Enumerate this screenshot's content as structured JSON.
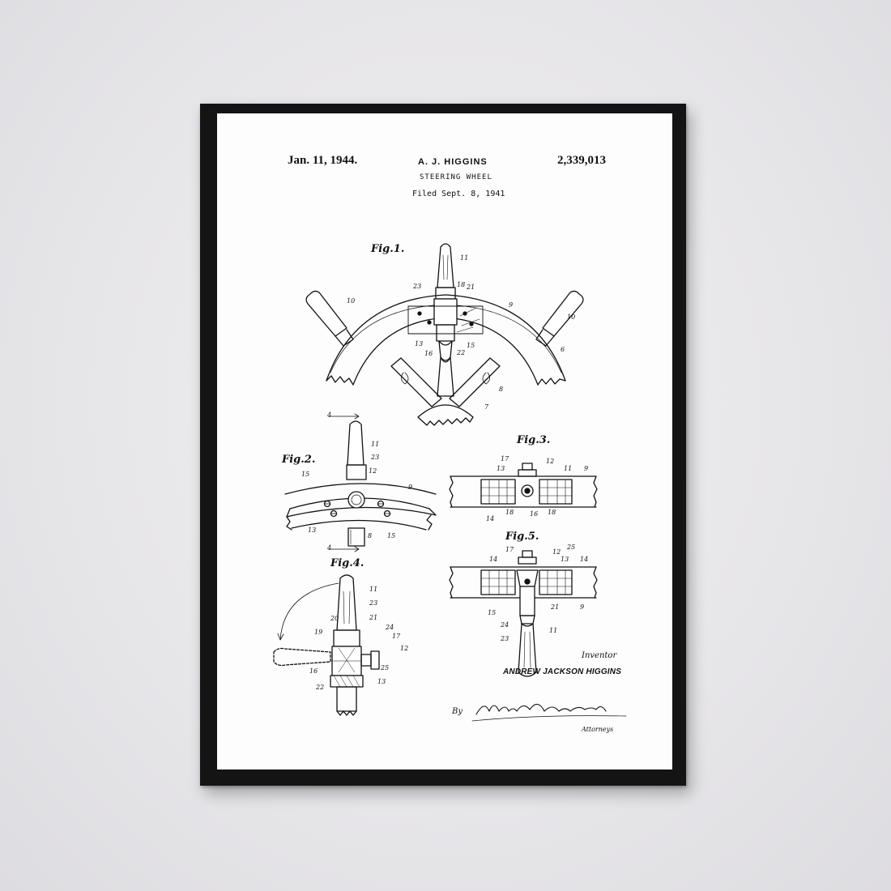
{
  "header": {
    "date": "Jan. 11, 1944.",
    "inventor_short": "A. J. HIGGINS",
    "patent_number": "2,339,013",
    "title": "STEERING WHEEL",
    "filed": "Filed Sept. 8, 1941"
  },
  "figures": {
    "fig1": "Fig.1.",
    "fig2": "Fig.2.",
    "fig3": "Fig.3.",
    "fig4": "Fig.4.",
    "fig5": "Fig.5."
  },
  "labels": {
    "fig1": [
      "11",
      "10",
      "10",
      "23",
      "18",
      "21",
      "9",
      "6",
      "13",
      "16",
      "22",
      "15",
      "8",
      "7"
    ],
    "fig2": [
      "4",
      "11",
      "23",
      "12",
      "15",
      "9",
      "13",
      "8",
      "15",
      "4"
    ],
    "fig3": [
      "17",
      "12",
      "13",
      "11",
      "9",
      "14",
      "18",
      "16",
      "18"
    ],
    "fig4": [
      "11",
      "23",
      "20",
      "21",
      "19",
      "24",
      "17",
      "12",
      "16",
      "25",
      "22",
      "13"
    ],
    "fig5": [
      "17",
      "12",
      "25",
      "14",
      "13",
      "14",
      "15",
      "21",
      "9",
      "24",
      "23",
      "11"
    ]
  },
  "signature": {
    "inventor_label": "Inventor",
    "inventor_name": "ANDREW JACKSON HIGGINS",
    "by": "By",
    "signature_text": "Mason Fenwick & Lawrence",
    "attorneys_label": "Attorneys"
  },
  "colors": {
    "wall": "#e6e5e8",
    "frame": "#141414",
    "paper": "#fdfdfd",
    "ink": "#111111"
  }
}
